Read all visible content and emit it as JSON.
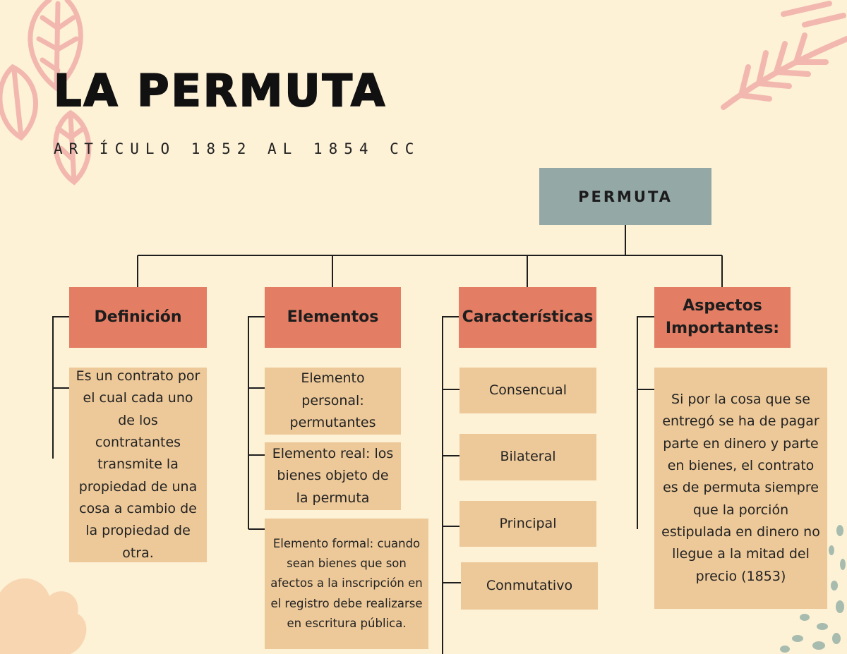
{
  "title": "LA PERMUTA",
  "subtitle": "ARTÍCULO 1852 AL 1854 CC",
  "root": "PERMUTA",
  "branches": [
    {
      "header": "Definición",
      "items": [
        "Es un contrato por el cual cada uno de los contratantes transmite la propiedad de una cosa a cambio de la propiedad de otra."
      ]
    },
    {
      "header": "Elementos",
      "items": [
        "Elemento personal: permutantes",
        "Elemento real: los bienes objeto de la permuta",
        "Elemento formal: cuando sean bienes que son afectos a la inscripción en el registro debe realizarse en escritura pública."
      ]
    },
    {
      "header": "Características",
      "items": [
        "Consencual",
        "Bilateral",
        "Principal",
        "Conmutativo"
      ]
    },
    {
      "header": "Aspectos Importantes:",
      "items": [
        "Si por la cosa que se entregó se ha de pagar parte en dinero y parte en bienes, el contrato es de permuta siempre que la porción estipulada en dinero no llegue a la mitad del precio (1853)"
      ]
    }
  ],
  "colors": {
    "background": "#fdf1d6",
    "root_box": "#94a8a6",
    "header_box": "#e37d64",
    "content_box": "#edc999",
    "leaf_decoration": "#f2b3ad",
    "dot_decoration": "#8fa89a"
  }
}
